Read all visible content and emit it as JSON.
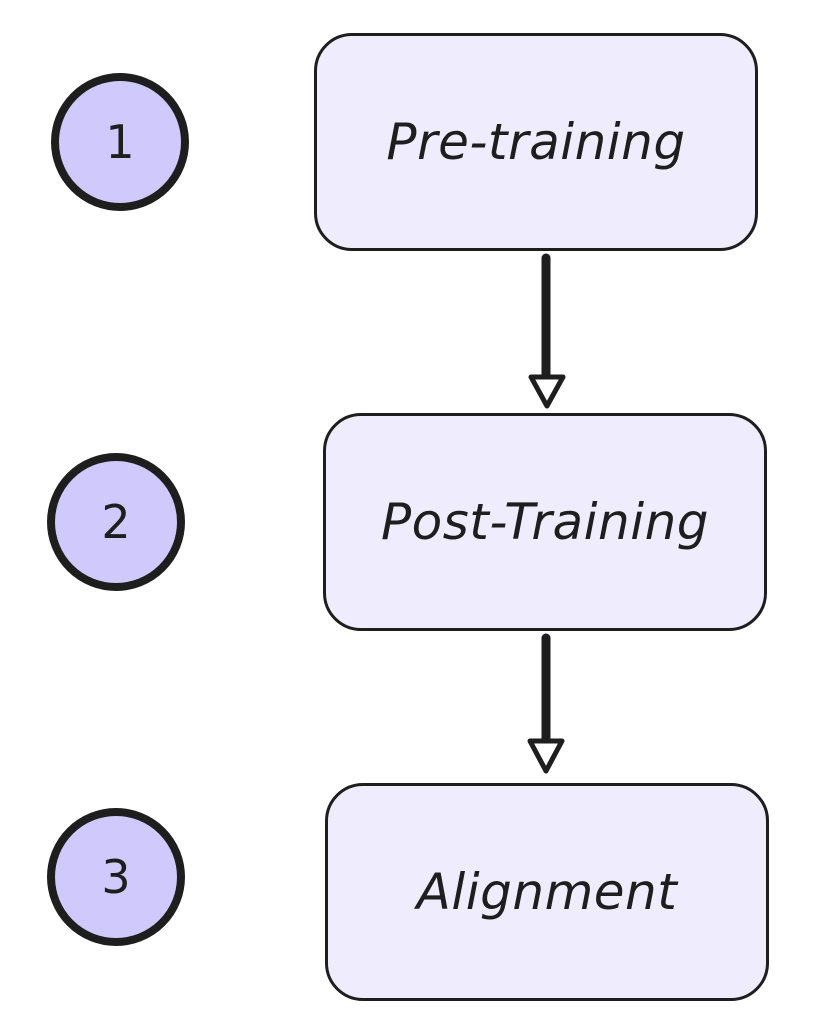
{
  "diagram": {
    "stages": [
      {
        "number": "1",
        "label": "Pre-training"
      },
      {
        "number": "2",
        "label": "Post-Training"
      },
      {
        "number": "3",
        "label": "Alignment"
      }
    ],
    "colors": {
      "box_fill": "#efedfd",
      "badge_fill": "#d0c9fb",
      "stroke": "#1e1e1e",
      "background": "#ffffff"
    }
  }
}
